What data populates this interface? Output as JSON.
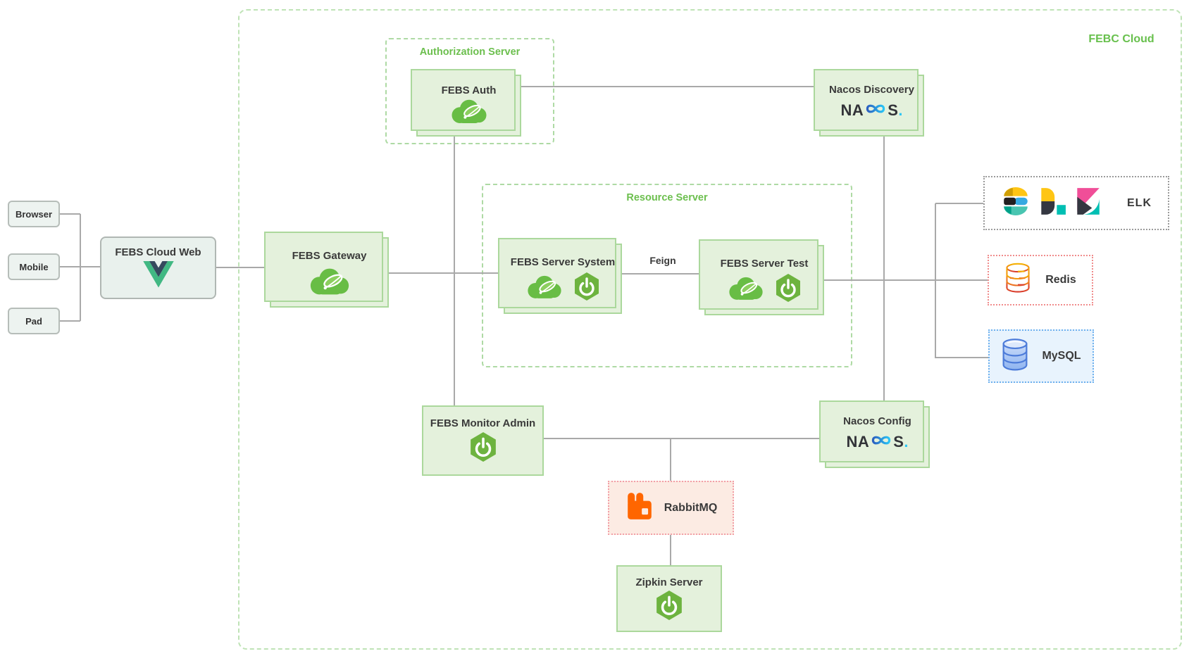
{
  "container": {
    "label": "FEBC Cloud"
  },
  "clients": {
    "browser": "Browser",
    "mobile": "Mobile",
    "pad": "Pad"
  },
  "groups": {
    "auth": "Authorization Server",
    "resource": "Resource Server"
  },
  "nodes": {
    "web": "FEBS Cloud Web",
    "gateway": "FEBS Gateway",
    "auth": "FEBS Auth",
    "discovery": "Nacos Discovery",
    "system": "FEBS Server System",
    "test": "FEBS Server Test",
    "monitor": "FEBS Monitor Admin",
    "config": "Nacos Config",
    "rabbitmq": "RabbitMQ",
    "zipkin": "Zipkin Server",
    "elk": "ELK",
    "redis": "Redis",
    "mysql": "MySQL"
  },
  "edges": {
    "feign": "Feign"
  },
  "logos": {
    "nacos_na": "NA",
    "nacos_s": "S",
    "nacos_dot": "."
  },
  "icons": {
    "vue": "vue-v-logo",
    "spring_cloud": "spring-cloud-leaf-cloud",
    "spring_boot": "spring-boot-power-hexagon",
    "nacos": "nacos-infinity-wordmark",
    "elastic": "elasticsearch-e",
    "logstash": "logstash-l",
    "kibana": "kibana-k",
    "redis": "redis-database-cylinder",
    "mysql": "mysql-database-cylinder",
    "rabbitmq": "rabbitmq-rabbit"
  },
  "colors": {
    "febc_border": "#bfe3b6",
    "group_border": "#aedaa4",
    "group_label_green": "#6cbf4e",
    "node_green_bg": "#e4f1dc",
    "node_green_border": "#abd89c",
    "connector_gray": "#a9a9a9",
    "client_box_bg": "#edf3f0",
    "client_box_border": "#b6bdb9",
    "text_dark": "#3a3a3a",
    "vue_green": "#41b883",
    "vue_navy": "#35495e",
    "spring_green": "#68bd45",
    "boot_green": "#6db33f",
    "nacos_dark": "#323338",
    "nacos_blue_start": "#2b5fc0",
    "nacos_blue_end": "#29c5f6",
    "elastic_yellow": "#fec514",
    "elastic_blue": "#36a9e1",
    "elastic_teal": "#49c5b1",
    "elastic_dark": "#231f20",
    "kibana_pink": "#f04e98",
    "logstash_teal": "#00bfb3",
    "dark_slate": "#343741",
    "redis_border": "#f08c8c",
    "redis_gradient_top": "#f5b301",
    "redis_gradient_bottom": "#d93a2b",
    "mysql_border": "#6fb1ee",
    "mysql_bg": "#e8f3fd",
    "mysql_blue": "#4c7bd9",
    "rabbit_orange": "#ff6600",
    "rabbit_bg": "#fcebe3",
    "rabbit_border": "#f2a0a8",
    "elk_border": "#9a9a9a"
  }
}
